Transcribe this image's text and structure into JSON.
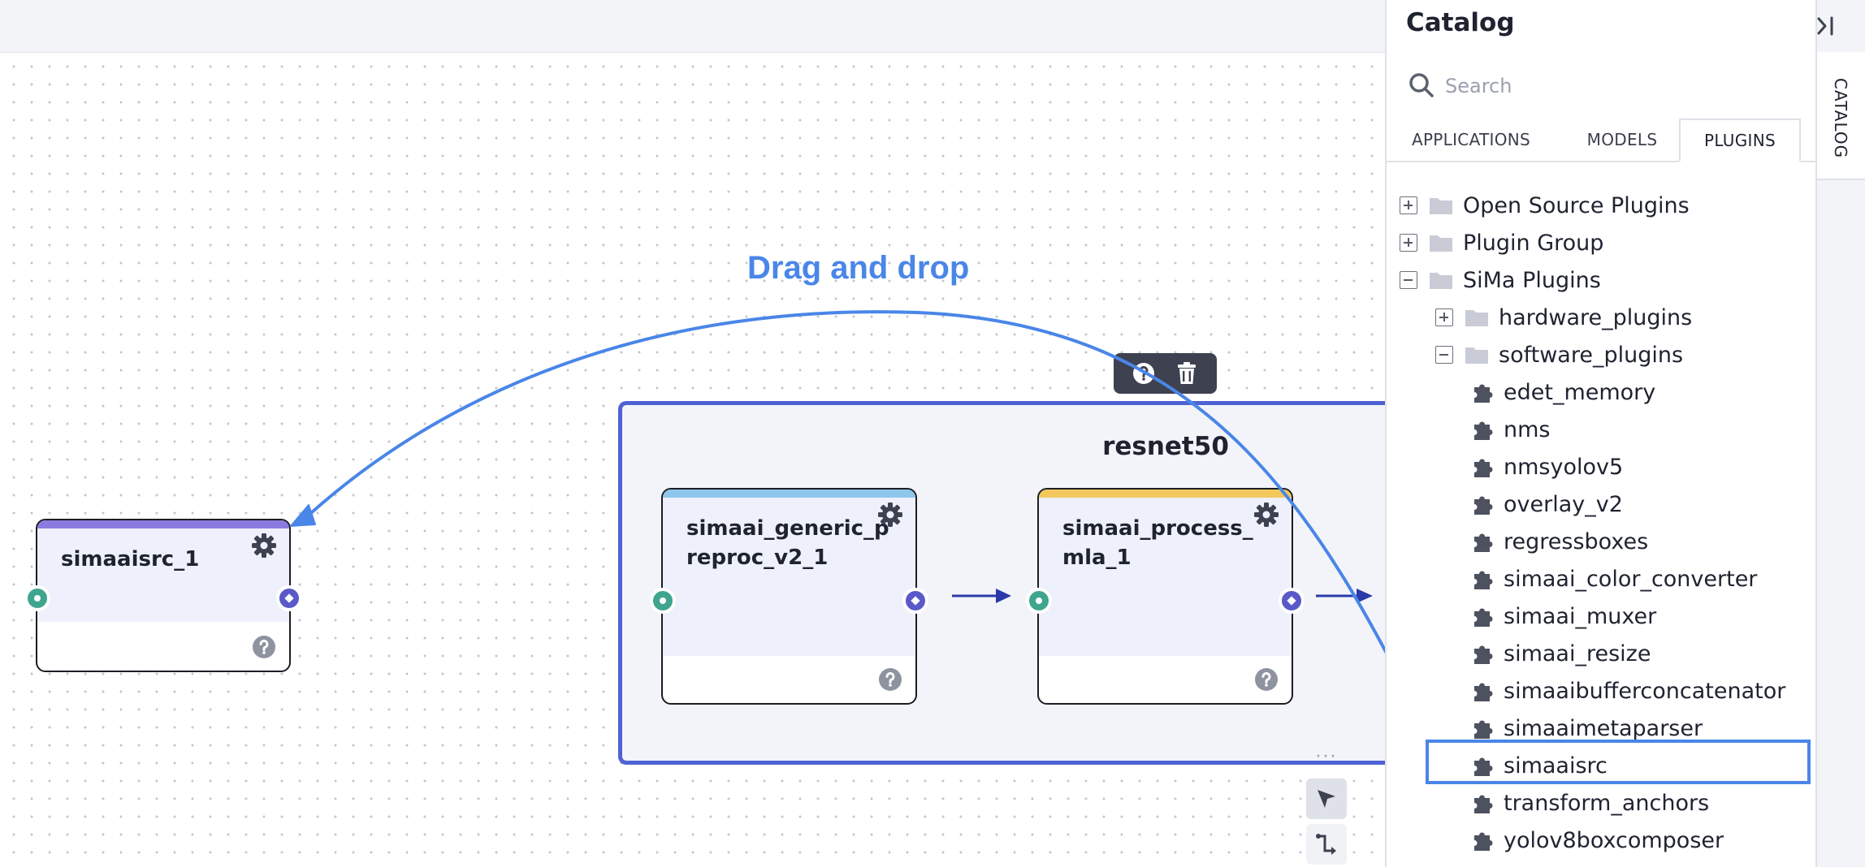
{
  "canvas": {
    "annotation": "Drag and drop",
    "group": {
      "title": "resnet50"
    },
    "nodes": [
      {
        "name": "simaaisrc_1",
        "accent": "#8b7be0"
      },
      {
        "name": "simaai_generic_preproc_v2_1",
        "accent": "#8ec6ec"
      },
      {
        "name": "simaai_process_mla_1",
        "accent": "#f2c75c"
      }
    ],
    "toolbar_dots": "···"
  },
  "catalog": {
    "title": "Catalog",
    "search_placeholder": "Search",
    "tabs": [
      "APPLICATIONS",
      "MODELS",
      "PLUGINS"
    ],
    "active_tab": "PLUGINS",
    "side_tab": "CATALOG",
    "tree": {
      "top_level": [
        {
          "label": "Open Source Plugins",
          "state": "collapsed"
        },
        {
          "label": "Plugin Group",
          "state": "collapsed"
        },
        {
          "label": "SiMa Plugins",
          "state": "expanded"
        }
      ],
      "sima_children": [
        {
          "label": "hardware_plugins",
          "state": "collapsed"
        },
        {
          "label": "software_plugins",
          "state": "expanded"
        }
      ],
      "software_plugins": [
        "edet_memory",
        "nms",
        "nmsyolov5",
        "overlay_v2",
        "regressboxes",
        "simaai_color_converter",
        "simaai_muxer",
        "simaai_resize",
        "simaaibufferconcatenator",
        "simaaimetaparser",
        "simaaisrc",
        "transform_anchors",
        "yolov8boxcomposer"
      ],
      "selected": "simaaisrc"
    }
  },
  "colors": {
    "accent_blue": "#4a86e8",
    "group_border": "#4e62d2",
    "port_in": "#3fa58f",
    "port_out": "#5a59c9",
    "edge": "#2b3aa8"
  }
}
